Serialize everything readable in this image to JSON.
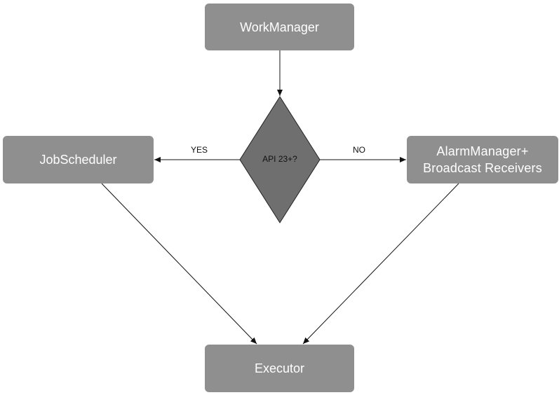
{
  "nodes": {
    "workmanager": "WorkManager",
    "decision": "API 23+?",
    "jobscheduler": "JobScheduler",
    "alarm": "AlarmManager+\nBroadcast Receivers",
    "executor": "Executor"
  },
  "edges": {
    "yes_label": "YES",
    "no_label": "NO"
  },
  "colors": {
    "box_fill": "#8f8f8f",
    "diamond_fill": "#6f6f6f",
    "line": "#111111",
    "text_on_box": "#ffffff"
  }
}
